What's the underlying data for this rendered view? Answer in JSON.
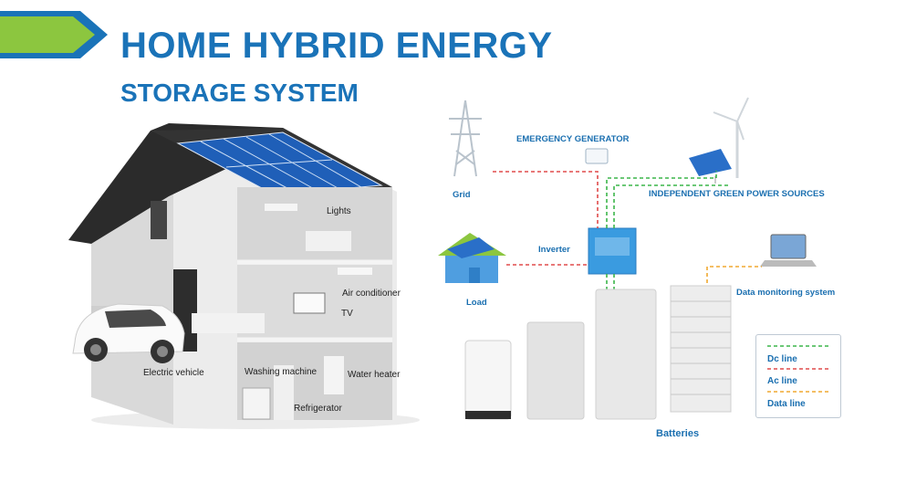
{
  "title": {
    "line1": "HOME HYBRID ENERGY",
    "line2": "STORAGE SYSTEM"
  },
  "house_labels": {
    "lights": "Lights",
    "air_conditioner": "Air conditioner",
    "tv": "TV",
    "electric_vehicle": "Electric vehicle",
    "washing_machine": "Washing machine",
    "water_heater": "Water heater",
    "refrigerator": "Refrigerator"
  },
  "system_labels": {
    "grid": "Grid",
    "emergency_generator": "EMERGENCY GENERATOR",
    "green_power": "INDEPENDENT GREEN POWER SOURCES",
    "inverter": "Inverter",
    "load": "Load",
    "data_monitoring": "Data monitoring system",
    "batteries": "Batteries"
  },
  "legend": {
    "dc": "Dc line",
    "ac": "Ac line",
    "data": "Data line"
  },
  "colors": {
    "title": "#1a73b8",
    "dc_line": "#3cb54a",
    "ac_line": "#e04b4b",
    "data_line": "#f0a830",
    "accent_green": "#8cc63f",
    "arrow_blue": "#1a73b8"
  }
}
